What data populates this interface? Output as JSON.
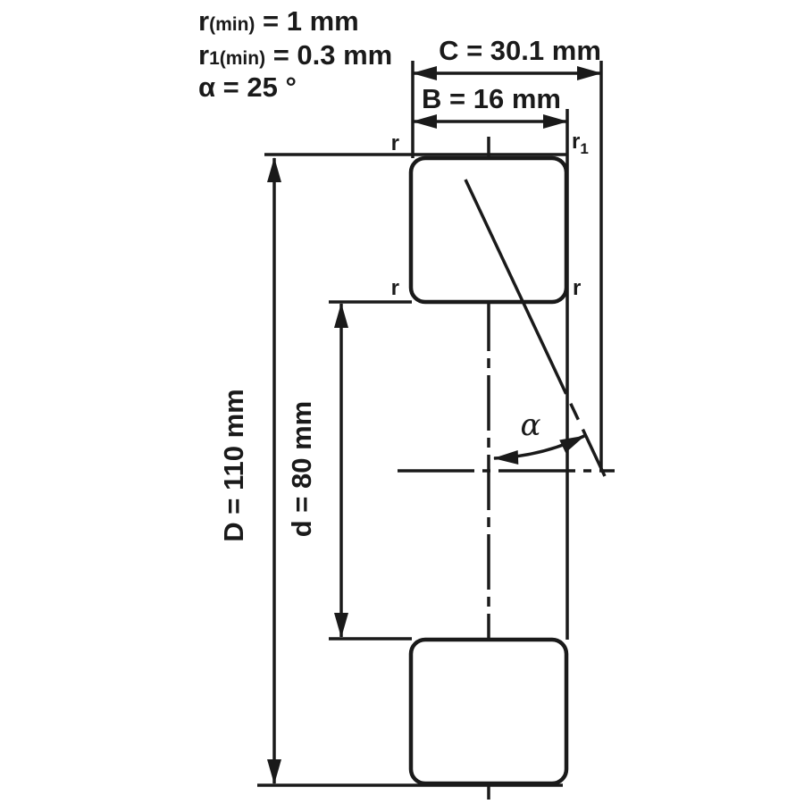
{
  "drawing_title": "angular-contact-ball-bearing-cross-section",
  "specs": {
    "r_min": {
      "base": "r",
      "sub": "(min)",
      "rest": " = 1 mm"
    },
    "r1_min": {
      "base": "r",
      "sub": "1(min)",
      "rest": " = 0.3 mm"
    },
    "alpha_line": "α = 25 °"
  },
  "dimensions": {
    "C": "C = 30.1 mm",
    "B": "B = 16 mm",
    "D": "D = 110 mm",
    "d": "d = 80 mm"
  },
  "labels": {
    "alpha_symbol": "α",
    "r_top_left": "r",
    "r1_top_right_base": "r",
    "r1_top_right_sub": "1",
    "r_mid_left": "r",
    "r_mid_right": "r"
  },
  "colors": {
    "line": "#1a1a1a",
    "ring_fill": "#d7d7d7",
    "background": "#ffffff"
  }
}
